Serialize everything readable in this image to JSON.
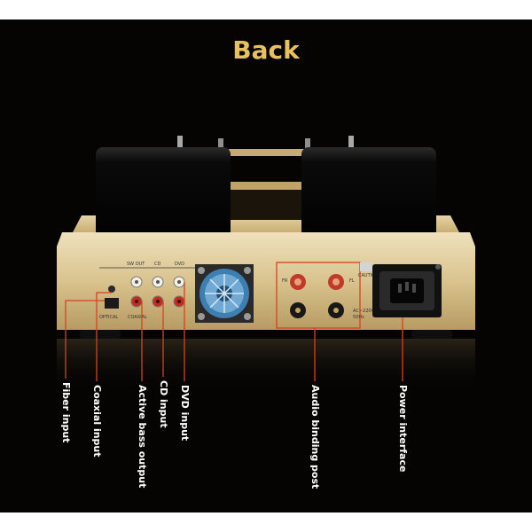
{
  "title": "Back",
  "panel_labels": {
    "sw_out": "SW OUT",
    "cd": "CD",
    "dvd": "DVD",
    "optical": "OPTICAL",
    "coaxial": "COAXIAL",
    "caution": "CAUTION",
    "fr": "FR",
    "fl": "FL",
    "voltage": "AC~220V",
    "frequency": "50Hz"
  },
  "callouts": {
    "fiber": "Fiber input",
    "coaxial": "Coaxial input",
    "active_bass": "Active bass output",
    "cd": "CD input",
    "dvd": "DVD input",
    "binding_post": "Audio binding post",
    "power": "Power interface"
  },
  "colors": {
    "background": "#050403",
    "title": "#e9c060",
    "chassis": "#d8c08c",
    "callout_line": "#d8421e",
    "label_text": "#ffffff"
  }
}
